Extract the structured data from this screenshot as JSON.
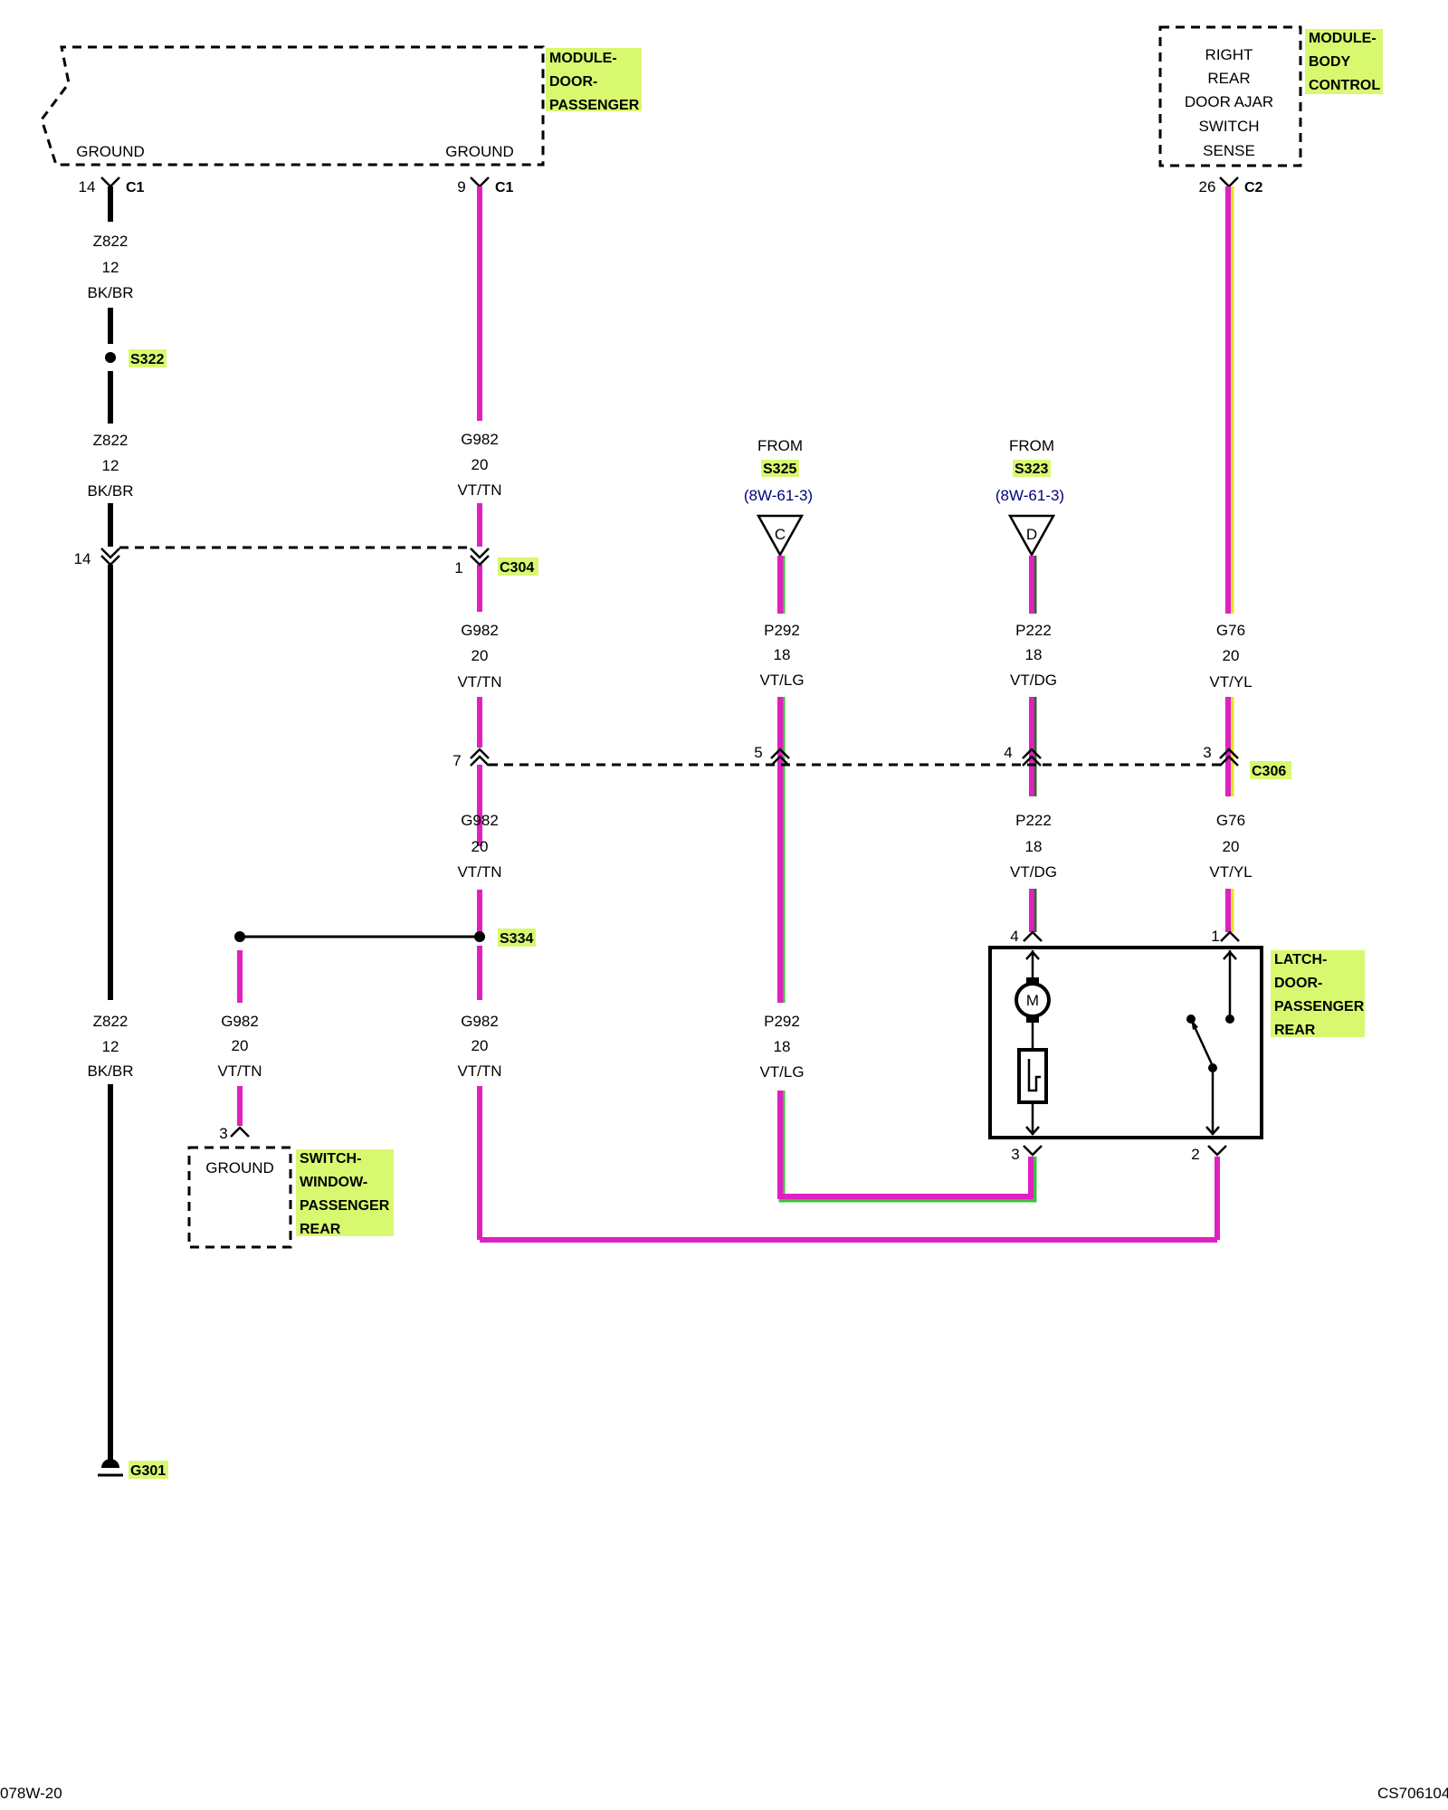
{
  "components": {
    "module_door_passenger": {
      "name_lines": [
        "MODULE-",
        "DOOR-",
        "PASSENGER"
      ],
      "pin_left_label": "GROUND",
      "pin_right_label": "GROUND"
    },
    "module_body_control": {
      "name_lines": [
        "MODULE-",
        "BODY",
        "CONTROL"
      ],
      "function_lines": [
        "RIGHT",
        "REAR",
        "DOOR AJAR",
        "SWITCH",
        "SENSE"
      ]
    },
    "switch_window_passenger_rear": {
      "name_lines": [
        "SWITCH-",
        "WINDOW-",
        "PASSENGER",
        "REAR"
      ],
      "pin_label": "GROUND"
    },
    "latch_door_passenger_rear": {
      "name_lines": [
        "LATCH-",
        "DOOR-",
        "PASSENGER",
        "REAR"
      ],
      "motor_symbol": "M"
    }
  },
  "connectors": {
    "mdp_c1_left": {
      "pin": "14",
      "name": "C1"
    },
    "mdp_c1_right": {
      "pin": "9",
      "name": "C1"
    },
    "bcm_c2": {
      "pin": "26",
      "name": "C2"
    },
    "c304": {
      "name": "C304",
      "pin_left": "14",
      "pin_right": "1"
    },
    "c306": {
      "name": "C306",
      "pins": [
        "7",
        "5",
        "4",
        "3"
      ]
    },
    "switch_pin": "3",
    "latch_pin_4": "4",
    "latch_pin_1": "1",
    "latch_pin_3": "3",
    "latch_pin_2": "2"
  },
  "splices": {
    "s322": "S322",
    "s334": "S334"
  },
  "ground": {
    "name": "G301"
  },
  "from_refs": [
    {
      "from": "FROM",
      "splice": "S325",
      "page": "(8W-61-3)",
      "letter": "C"
    },
    {
      "from": "FROM",
      "splice": "S323",
      "page": "(8W-61-3)",
      "letter": "D"
    }
  ],
  "wires": {
    "z822_a": [
      "Z822",
      "12",
      "BK/BR"
    ],
    "z822_b": [
      "Z822",
      "12",
      "BK/BR"
    ],
    "z822_c": [
      "Z822",
      "12",
      "BK/BR"
    ],
    "g982_a": [
      "G982",
      "20",
      "VT/TN"
    ],
    "g982_b": [
      "G982",
      "20",
      "VT/TN"
    ],
    "g982_c": [
      "G982",
      "20",
      "VT/TN"
    ],
    "g982_d": [
      "G982",
      "20",
      "VT/TN"
    ],
    "g982_e": [
      "G982",
      "20",
      "VT/TN"
    ],
    "p292_a": [
      "P292",
      "18",
      "VT/LG"
    ],
    "p292_b": [
      "P292",
      "18",
      "VT/LG"
    ],
    "p222_a": [
      "P222",
      "18",
      "VT/DG"
    ],
    "p222_b": [
      "P222",
      "18",
      "VT/DG"
    ],
    "g76_a": [
      "G76",
      "20",
      "VT/YL"
    ],
    "g76_b": [
      "G76",
      "20",
      "VT/YL"
    ]
  },
  "footer": {
    "left": "078W-20",
    "right": "CS706104"
  }
}
